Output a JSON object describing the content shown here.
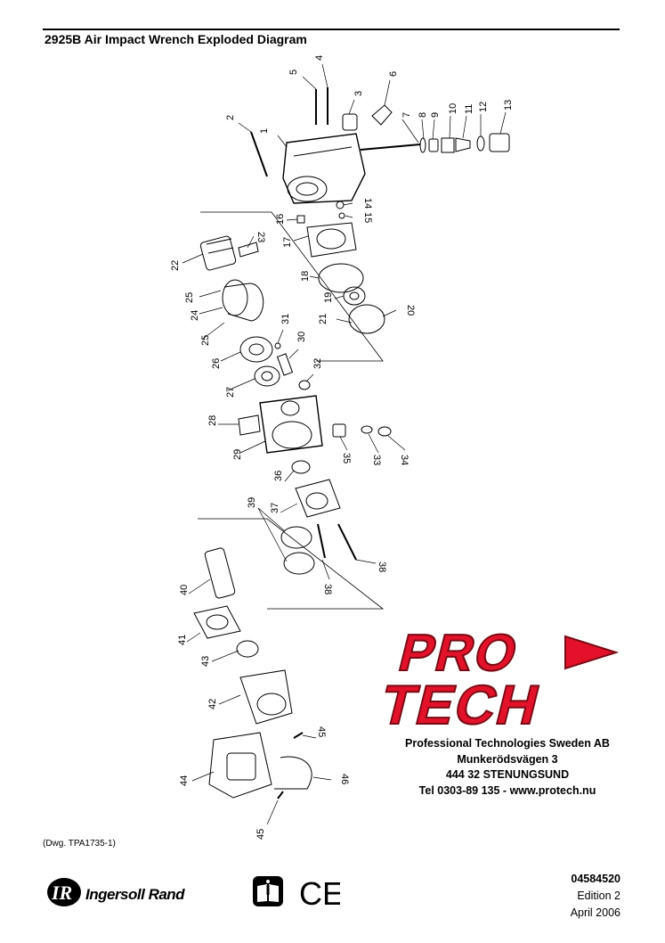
{
  "header": {
    "title": "2925B Air Impact Wrench Exploded Diagram"
  },
  "diagram": {
    "part_numbers": [
      "1",
      "2",
      "3",
      "4",
      "5",
      "6",
      "7",
      "8",
      "9",
      "10",
      "11",
      "12",
      "13",
      "14",
      "15",
      "16",
      "17",
      "18",
      "19",
      "20",
      "21",
      "22",
      "23",
      "24",
      "25",
      "25",
      "26",
      "27",
      "28",
      "29",
      "30",
      "31",
      "32",
      "33",
      "34",
      "35",
      "36",
      "37",
      "38",
      "38",
      "39",
      "40",
      "41",
      "42",
      "43",
      "44",
      "45",
      "45",
      "46"
    ],
    "drawing_ref": "(Dwg. TPA1735-1)"
  },
  "dealer": {
    "logo_top": "PRO",
    "logo_bottom": "TECH",
    "company": "Professional Technologies Sweden AB",
    "street": "Munkerödsvägen 3",
    "city": "444 32 STENUNGSUND",
    "contact": "Tel 0303-89 135  -  www.protech.nu"
  },
  "footer": {
    "brand": "Ingersoll Rand",
    "brand_mark": "IR",
    "ce_mark": "CE",
    "doc_number": "04584520",
    "edition": "Edition 2",
    "date": "April 2006"
  },
  "colors": {
    "logo_red": "#e3122a",
    "ink": "#000000"
  }
}
